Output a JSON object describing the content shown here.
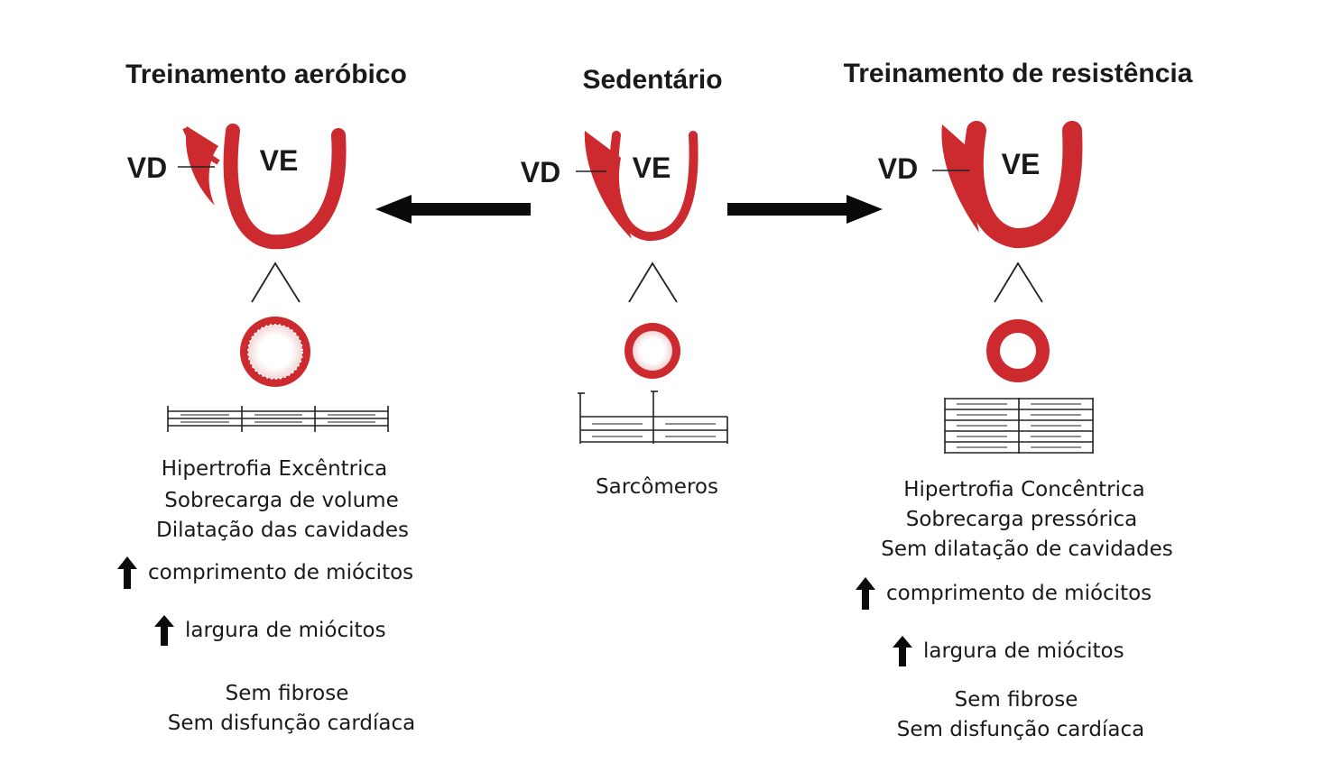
{
  "columns": {
    "aerobic": {
      "title": "Treinamento aeróbico",
      "rv_label": "VD",
      "lv_label": "VE",
      "lines": [
        "Hipertrofia Excêntrica",
        "Sobrecarga de volume",
        "Dilatação das cavidades"
      ],
      "length_text": "comprimento de miócitos",
      "width_text": "largura de miócitos",
      "bottom": [
        "Sem fibrose",
        "Sem disfunção cardíaca"
      ]
    },
    "sedentary": {
      "title": "Sedentário",
      "rv_label": "VD",
      "lv_label": "VE",
      "caption": "Sarcômeros"
    },
    "resistance": {
      "title": "Treinamento de resistência",
      "rv_label": "VD",
      "lv_label": "VE",
      "lines": [
        "Hipertrofia Concêntrica",
        "Sobrecarga pressórica",
        "Sem dilatação de cavidades"
      ],
      "length_text": "comprimento de miócitos",
      "width_text": "largura de miócitos",
      "bottom": [
        "Sem fibrose",
        "Sem disfunção cardíaca"
      ]
    }
  },
  "colors": {
    "heart": "#cc2a2f",
    "arrow": "#0a0a0a",
    "line": "#222222"
  },
  "icons": {
    "direction_arrow": "arrow-right-icon",
    "increase": "arrow-up-icon"
  }
}
